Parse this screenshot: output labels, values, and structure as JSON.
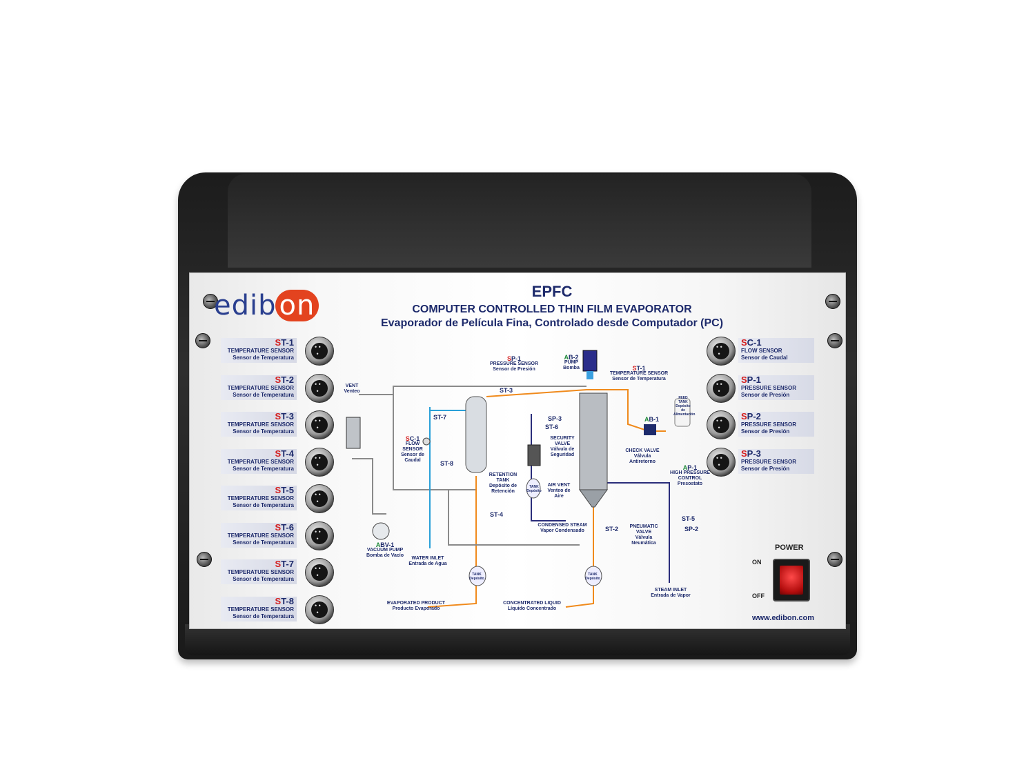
{
  "brand": {
    "logo_text_1": "edib",
    "logo_text_2": "on"
  },
  "titles": {
    "model": "EPFC",
    "name_en": "COMPUTER CONTROLLED THIN FILM EVAPORATOR",
    "name_es": "Evaporador de Película Fina, Controlado desde Computador (PC)"
  },
  "left_sensors": [
    {
      "first": "S",
      "rest": "T-1",
      "en": "TEMPERATURE SENSOR",
      "es": "Sensor de Temperatura"
    },
    {
      "first": "S",
      "rest": "T-2",
      "en": "TEMPERATURE SENSOR",
      "es": "Sensor de Temperatura"
    },
    {
      "first": "S",
      "rest": "T-3",
      "en": "TEMPERATURE SENSOR",
      "es": "Sensor de Temperatura"
    },
    {
      "first": "S",
      "rest": "T-4",
      "en": "TEMPERATURE SENSOR",
      "es": "Sensor de Temperatura"
    },
    {
      "first": "S",
      "rest": "T-5",
      "en": "TEMPERATURE SENSOR",
      "es": "Sensor de Temperatura"
    },
    {
      "first": "S",
      "rest": "T-6",
      "en": "TEMPERATURE SENSOR",
      "es": "Sensor de Temperatura"
    },
    {
      "first": "S",
      "rest": "T-7",
      "en": "TEMPERATURE SENSOR",
      "es": "Sensor de Temperatura"
    },
    {
      "first": "S",
      "rest": "T-8",
      "en": "TEMPERATURE SENSOR",
      "es": "Sensor de Temperatura"
    }
  ],
  "right_sensors": [
    {
      "first": "S",
      "rest": "C-1",
      "en": "FLOW SENSOR",
      "es": "Sensor de Caudal"
    },
    {
      "first": "S",
      "rest": "P-1",
      "en": "PRESSURE SENSOR",
      "es": "Sensor de Presión"
    },
    {
      "first": "S",
      "rest": "P-2",
      "en": "PRESSURE SENSOR",
      "es": "Sensor de Presión"
    },
    {
      "first": "S",
      "rest": "P-3",
      "en": "PRESSURE SENSOR",
      "es": "Sensor de Presión"
    }
  ],
  "diagram": {
    "vent": {
      "en": "VENT",
      "es": "Venteo"
    },
    "sp1": {
      "first": "S",
      "rest": "P-1",
      "en": "PRESSURE SENSOR",
      "es": "Sensor de Presión"
    },
    "ab2": {
      "first": "A",
      "rest": "B-2",
      "en": "PUMP",
      "es": "Bomba"
    },
    "st1": {
      "first": "S",
      "rest": "T-1",
      "en": "TEMPERATURE SENSOR",
      "es": "Sensor de Temperatura"
    },
    "st3": "ST-3",
    "st7": "ST-7",
    "st8": "ST-8",
    "sc1": {
      "first": "S",
      "rest": "C-1",
      "en": "FLOW SENSOR",
      "es": "Sensor de Caudal"
    },
    "sp3": "SP-3",
    "st6": "ST-6",
    "security_valve": {
      "en": "SECURITY VALVE",
      "es": "Válvula de Seguridad"
    },
    "ab1": {
      "first": "A",
      "rest": "B-1"
    },
    "feed_tank": {
      "en": "FEED TANK",
      "es": "Depósito de Alimentación"
    },
    "check_valve": {
      "en": "CHECK VALVE",
      "es": "Válvula Antiretorno"
    },
    "retention_tank": {
      "en": "RETENTION TANK",
      "es": "Depósito de Retención"
    },
    "tank": {
      "en": "TANK",
      "es": "Depósito"
    },
    "air_vent": {
      "en": "AIR VENT",
      "es": "Venteo de Aire"
    },
    "ap1": {
      "first": "A",
      "rest": "P-1",
      "en": "HIGH PRESSURE CONTROL",
      "es": "Presostato"
    },
    "st4": "ST-4",
    "st5": "ST-5",
    "sp2": "SP-2",
    "st2": "ST-2",
    "condensed_steam": {
      "en": "CONDENSED STEAM",
      "es": "Vapor Condensado"
    },
    "pneumatic_valve": {
      "en": "PNEUMATIC VALVE",
      "es": "Válvula Neumática"
    },
    "abv1": {
      "first": "A",
      "rest": "BV-1",
      "en": "VACUUM PUMP",
      "es": "Bomba de Vacío"
    },
    "water_inlet": {
      "en": "WATER INLET",
      "es": "Entrada de Agua"
    },
    "steam_inlet": {
      "en": "STEAM INLET",
      "es": "Entrada de Vapor"
    },
    "evaporated_product": {
      "en": "EVAPORATED PRODUCT",
      "es": "Producto Evaporado"
    },
    "concentrated_liquid": {
      "en": "CONCENTRATED LIQUID",
      "es": "Líquido Concentrado"
    }
  },
  "power": {
    "label": "POWER",
    "on": "ON",
    "off": "OFF"
  },
  "website": "www.edibon.com",
  "colors": {
    "brand_blue": "#1d2a6b",
    "brand_red": "#e3431f",
    "pipe_orange": "#f08a1c",
    "pipe_blue": "#2aa0d8",
    "pipe_gray": "#8a8a8a",
    "pipe_navy": "#2a2d7a"
  }
}
